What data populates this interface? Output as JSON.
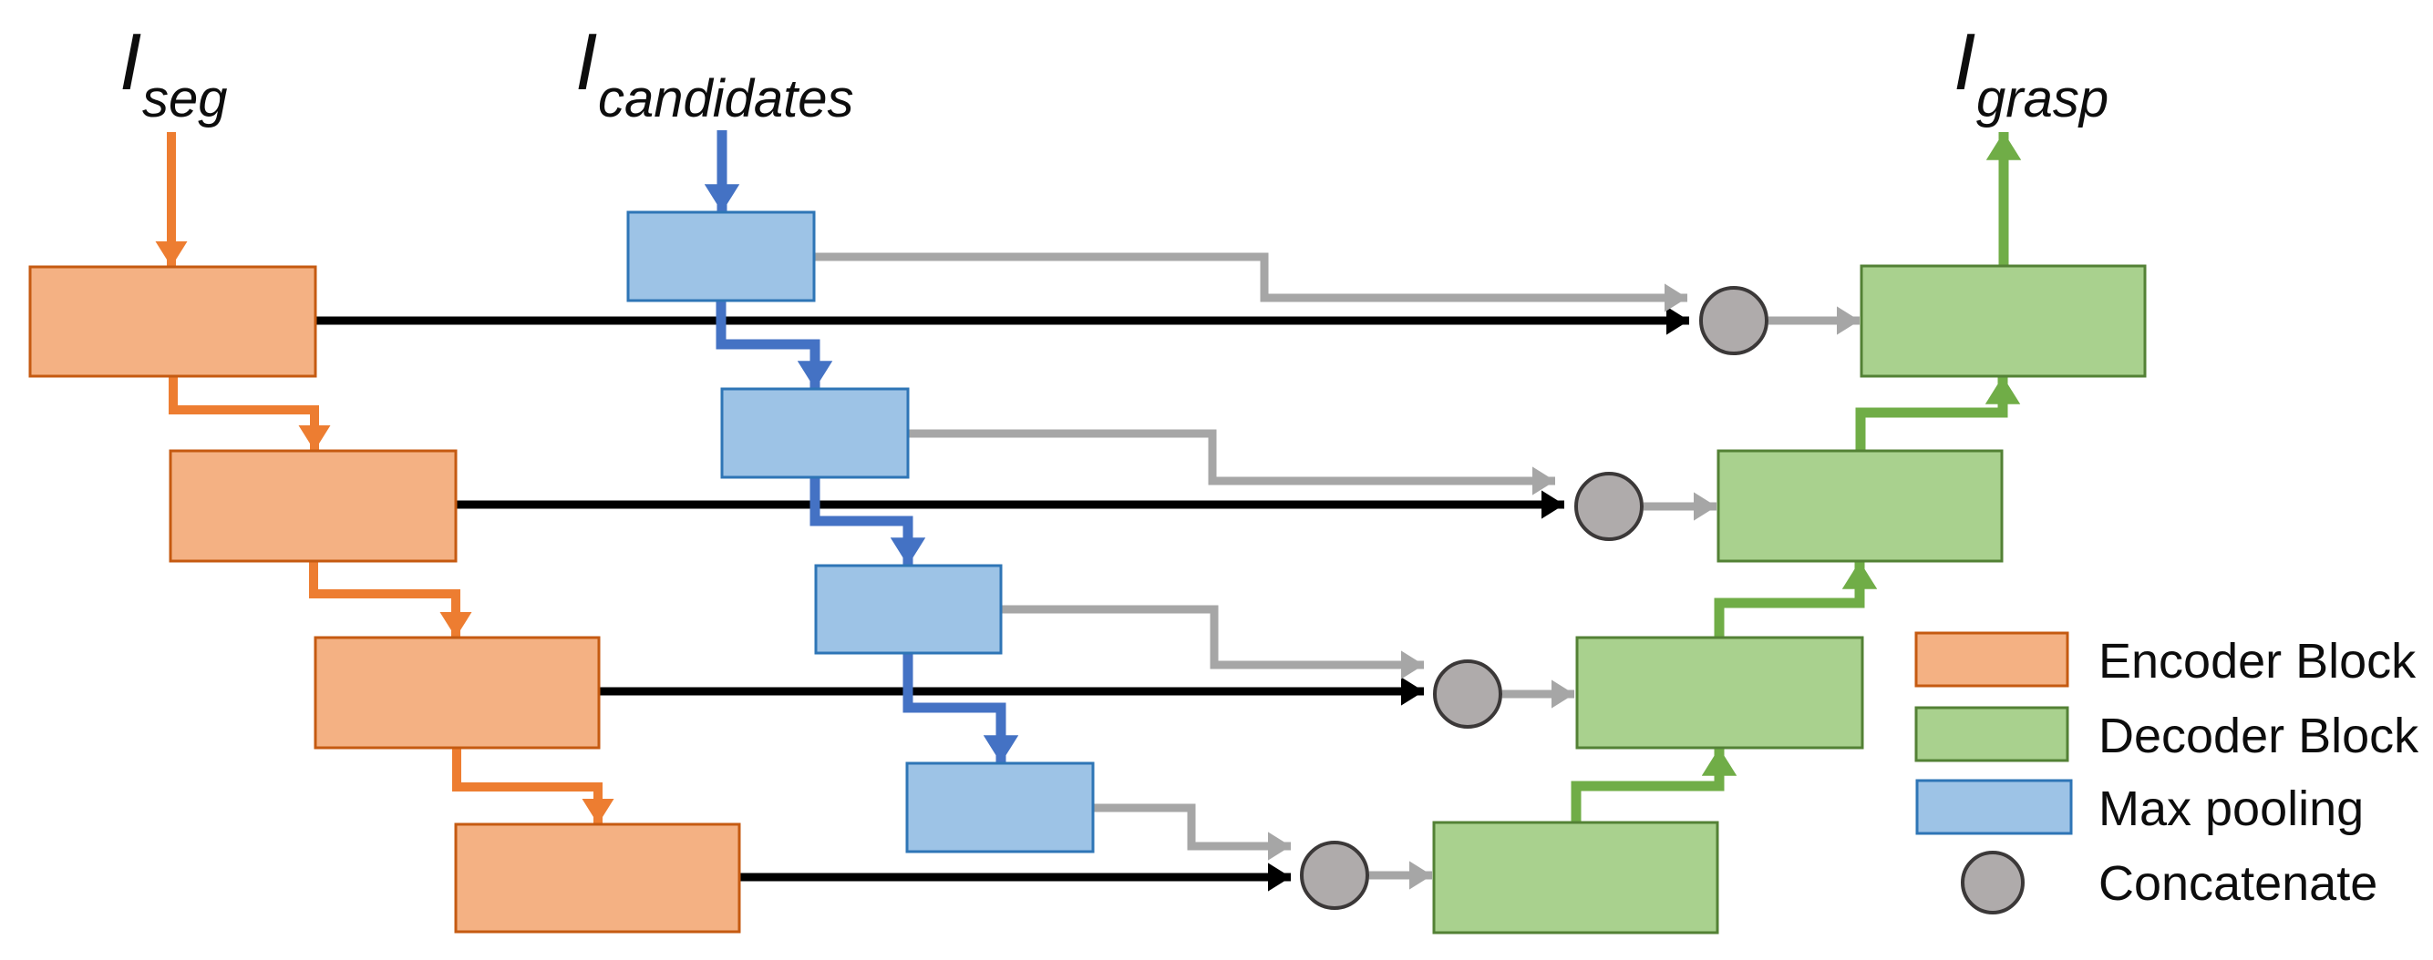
{
  "labels": {
    "input_seg": {
      "base": "I",
      "sub": "seg"
    },
    "input_candidates": {
      "base": "I",
      "sub": "candidates"
    },
    "output_grasp": {
      "base": "I",
      "sub": "grasp"
    }
  },
  "legend": {
    "items": [
      {
        "key": "encoder",
        "label": "Encoder Block"
      },
      {
        "key": "decoder",
        "label": "Decoder Block"
      },
      {
        "key": "maxpool",
        "label": "Max pooling"
      },
      {
        "key": "concat",
        "label": "Concatenate"
      }
    ]
  },
  "structure": {
    "encoder_blocks": 4,
    "decoder_blocks": 4,
    "maxpool_blocks": 4,
    "concat_nodes": 4,
    "skip_connections": 4
  },
  "colors": {
    "encoder-fill": "#F4B183",
    "encoder-stroke": "#C55A11",
    "encoder-arrow": "#ED7D31",
    "decoder-fill": "#A9D18E",
    "decoder-stroke": "#538135",
    "decoder-arrow": "#70AD47",
    "maxpool-fill": "#9DC3E6",
    "maxpool-stroke": "#2E75B6",
    "maxpool-arrow": "#4472C4",
    "concat-fill": "#AFABAB",
    "concat-stroke": "#3B3838",
    "skip-arrow": "#A6A6A6",
    "trunk-arrow": "#000000"
  }
}
